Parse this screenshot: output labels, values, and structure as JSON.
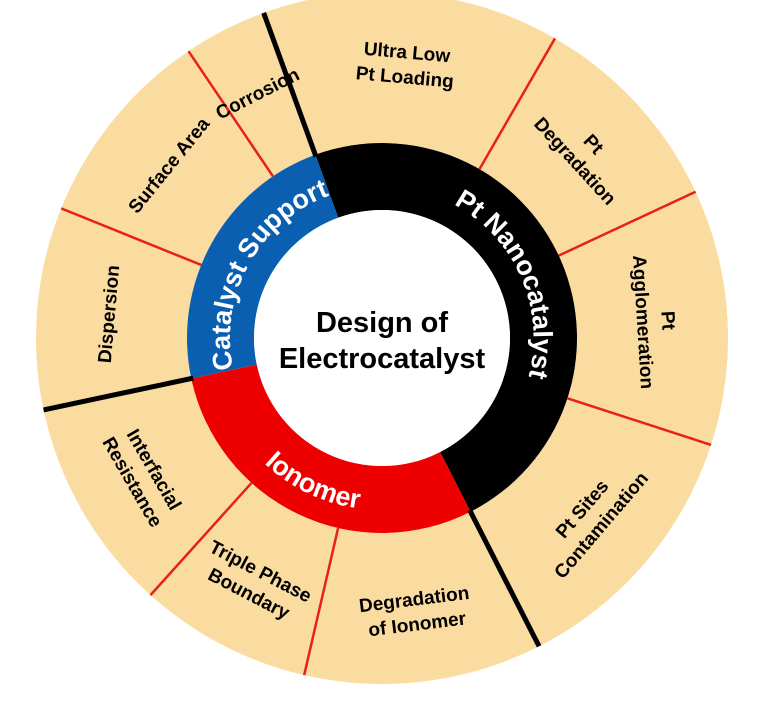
{
  "center": {
    "line1": "Design of",
    "line2": "Electrocatalyst"
  },
  "categories": [
    {
      "label": "Pt Nanocatalyst",
      "color": "#000000"
    },
    {
      "label": "Ionomer",
      "color": "#ee0000"
    },
    {
      "label": "Catalyst  Support",
      "color": "#0a5fb0"
    }
  ],
  "factors": [
    {
      "lines": [
        "Ultra Low",
        "Pt Loading"
      ]
    },
    {
      "lines": [
        "Pt",
        "Degradation"
      ]
    },
    {
      "lines": [
        "Pt",
        "Agglomeration"
      ]
    },
    {
      "lines": [
        "Pt Sites",
        "Contamination"
      ]
    },
    {
      "lines": [
        "Degradation",
        "of Ionomer"
      ]
    },
    {
      "lines": [
        "Triple Phase",
        "Boundary"
      ]
    },
    {
      "lines": [
        "Interfacial",
        "Resistance"
      ]
    },
    {
      "lines": [
        "Dispersion"
      ]
    },
    {
      "lines": [
        "Surface Area"
      ]
    },
    {
      "lines": [
        "Corrosion"
      ]
    }
  ],
  "colors": {
    "outer_fill": "#fbdca0",
    "red_divider": "#e8201c",
    "black_divider": "#000000",
    "center_fill": "#ffffff"
  }
}
